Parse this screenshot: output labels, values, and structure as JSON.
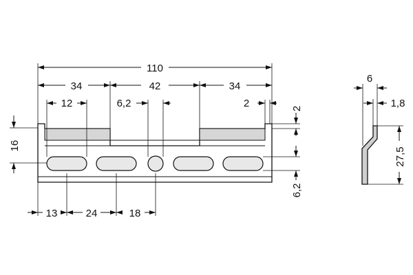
{
  "drawing": {
    "front_view": {
      "overall_width": "110",
      "left_segment": "34",
      "middle_segment": "42",
      "right_segment": "34",
      "slot_length": "12",
      "hole_diameter": "6,2",
      "lip_height": "2",
      "lip_offset_height": "16",
      "slot_height": "6,2",
      "slot_offset_left": "13",
      "slot_pitch": "24",
      "hole_offset": "18"
    },
    "side_view": {
      "width": "6",
      "thickness": "1,8",
      "height": "27,5"
    }
  }
}
